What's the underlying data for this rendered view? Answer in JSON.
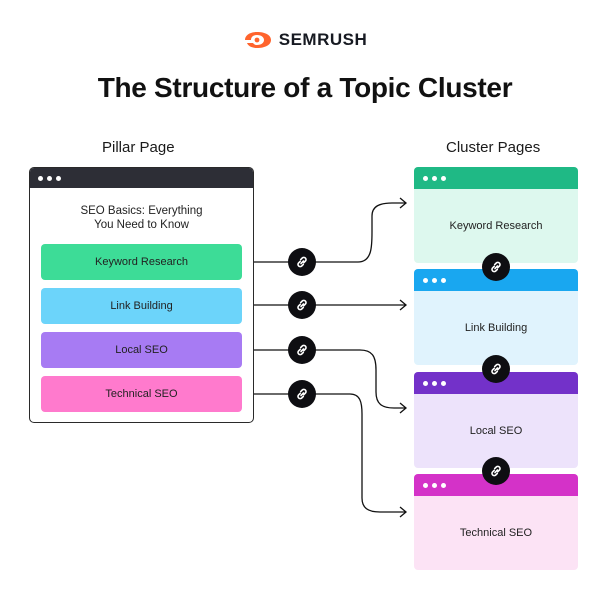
{
  "brand": {
    "name": "SEMRUSH",
    "color": "#FF642D"
  },
  "title": "The Structure of a Topic Cluster",
  "pillar": {
    "heading": "Pillar Page",
    "description": "SEO Basics: Everything\nYou Need to Know",
    "items": [
      {
        "label": "Keyword Research",
        "color": "#3DDC97"
      },
      {
        "label": "Link Building",
        "color": "#6CD4FA"
      },
      {
        "label": "Local SEO",
        "color": "#A77BF3"
      },
      {
        "label": "Technical SEO",
        "color": "#FF7ACD"
      }
    ]
  },
  "cluster": {
    "heading": "Cluster Pages",
    "pages": [
      {
        "label": "Keyword Research",
        "bar_color": "#1FB985",
        "body_color": "#DDF8EE"
      },
      {
        "label": "Link Building",
        "bar_color": "#19A7F0",
        "body_color": "#E0F3FD"
      },
      {
        "label": "Local SEO",
        "bar_color": "#7331C9",
        "body_color": "#EDE3FB"
      },
      {
        "label": "Technical SEO",
        "bar_color": "#D432C8",
        "body_color": "#FCE3F5"
      }
    ]
  },
  "icons": {
    "link": "link-icon",
    "dots": "window-dots-icon",
    "logo": "semrush-logo-icon"
  }
}
